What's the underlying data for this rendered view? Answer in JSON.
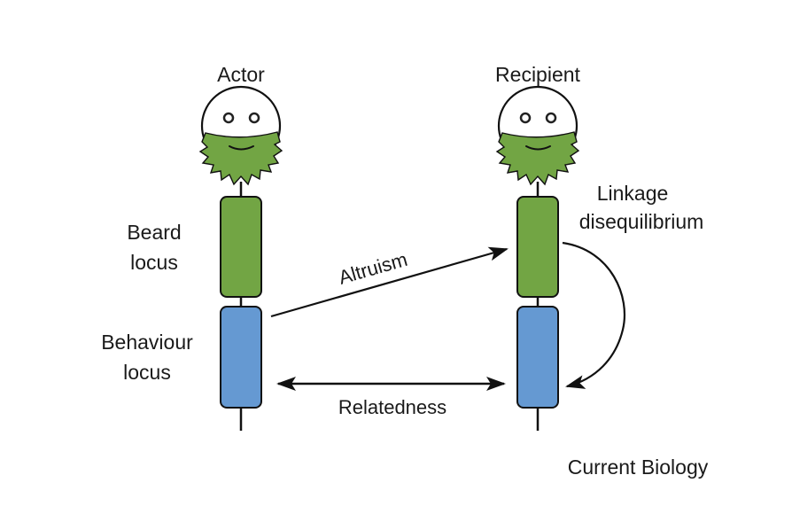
{
  "figure": {
    "source": "Current Biology",
    "actor": {
      "title": "Actor",
      "loci": [
        {
          "name": "Beard locus",
          "color": "#72a544"
        },
        {
          "name": "Behaviour locus",
          "color": "#6599d2"
        }
      ]
    },
    "recipient": {
      "title": "Recipient",
      "loci": [
        {
          "name": "Beard locus",
          "color": "#72a544"
        },
        {
          "name": "Behaviour locus",
          "color": "#6599d2"
        }
      ]
    },
    "labels": {
      "beard_locus_line1": "Beard",
      "beard_locus_line2": "locus",
      "behaviour_locus_line1": "Behaviour",
      "behaviour_locus_line2": "locus",
      "altruism": "Altruism",
      "relatedness": "Relatedness",
      "linkage_line1": "Linkage",
      "linkage_line2": "disequilibrium"
    },
    "arrows": [
      {
        "name": "altruism",
        "from": "actor.behaviour_locus",
        "to": "recipient.beard_locus",
        "direction": "one-way"
      },
      {
        "name": "relatedness",
        "from": "actor.behaviour_locus",
        "to": "recipient.behaviour_locus",
        "direction": "two-way"
      },
      {
        "name": "linkage-disequilibrium",
        "from": "recipient.beard_locus",
        "to": "recipient.behaviour_locus",
        "direction": "one-way"
      }
    ],
    "colors": {
      "beard": "#72a544",
      "beard_locus": "#72a544",
      "behaviour_locus": "#6599d2",
      "stroke": "#111111"
    }
  }
}
